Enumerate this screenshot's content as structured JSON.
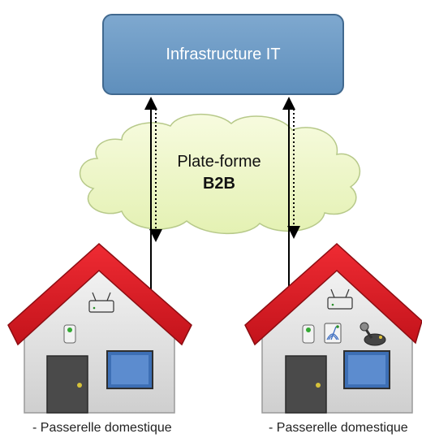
{
  "infrastructure": {
    "label": "Infrastructure IT"
  },
  "platform": {
    "line1": "Plate-forme",
    "line2": "B2B"
  },
  "houses": [
    {
      "caption": "- Passerelle domestique",
      "devices": [
        "gateway-router",
        "door-sensor"
      ]
    },
    {
      "caption": "- Passerelle domestique",
      "devices": [
        "gateway-router",
        "door-sensor",
        "wireless-meter",
        "joystick"
      ]
    }
  ],
  "colors": {
    "infra_fill": "#6d9bc6",
    "cloud_fill": "#eef7c6",
    "roof": "#e0202a",
    "wall": "#e6e6e6",
    "door": "#4a4a4a",
    "window": "#3d6fb5"
  }
}
